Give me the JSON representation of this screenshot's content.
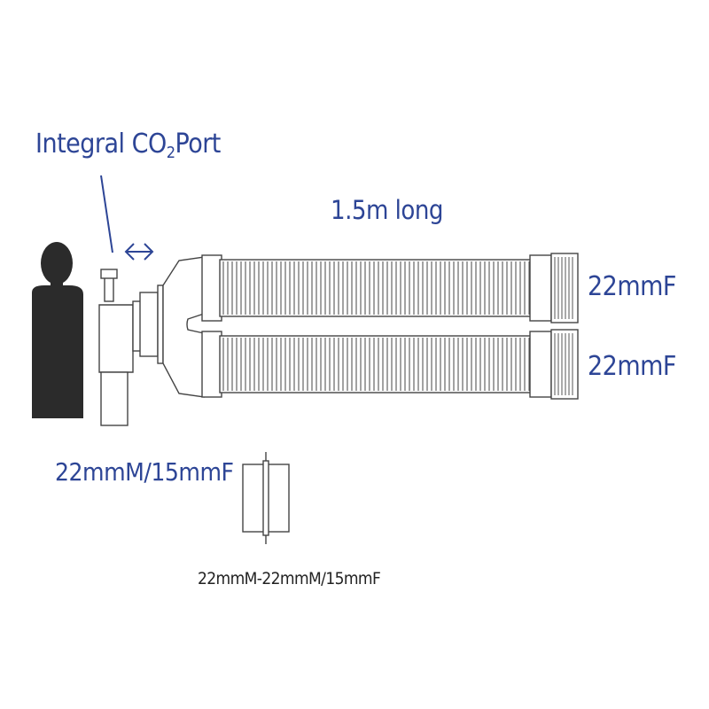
{
  "labels": {
    "co2_port_prefix": "Integral CO",
    "co2_port_sub": "2",
    "co2_port_suffix": "Port",
    "tube_length": "1.5m long",
    "tube1_connector": "22mmF",
    "tube2_connector": "22mmF",
    "patient_connector": "22mmM/15mmF",
    "adapter_connector": "22mmM-22mmM/15mmF"
  },
  "colors": {
    "label_blue": "#2d4596",
    "outline": "#444444",
    "silhouette": "#2b2b2b",
    "adapter_label": "#222222"
  },
  "icons": {
    "patient": "person-silhouette-icon",
    "length_indicator": "double-arrow-icon"
  }
}
